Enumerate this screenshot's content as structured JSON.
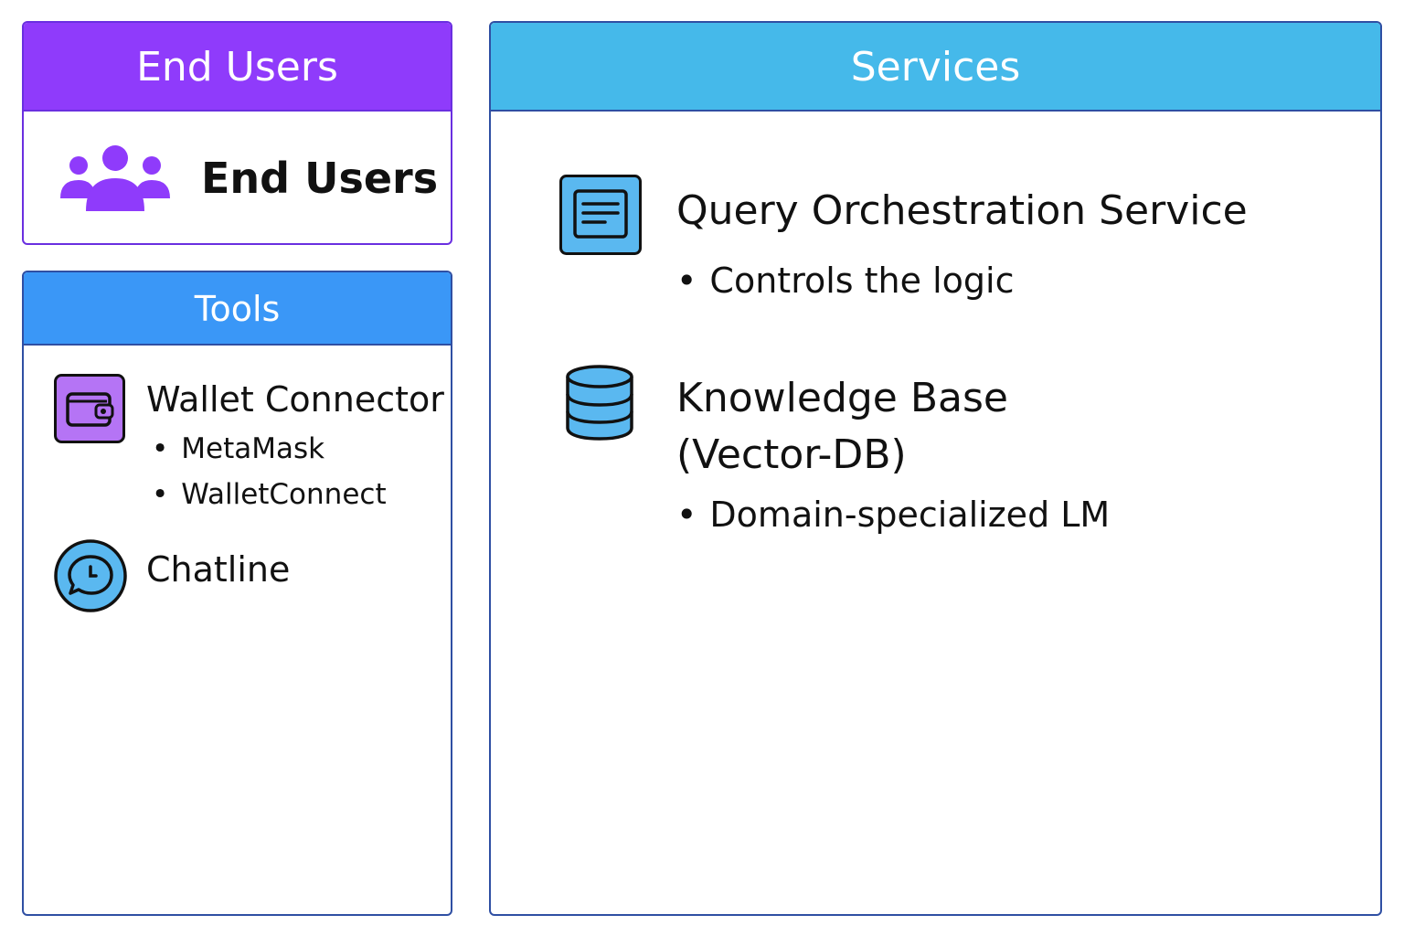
{
  "end_users": {
    "header": "End Users",
    "label": "End Users",
    "icon": "users-icon"
  },
  "tools": {
    "header": "Tools",
    "wallet": {
      "title": "Wallet Connector",
      "icon": "wallet-icon",
      "options": [
        "MetaMask",
        "WalletConnect"
      ]
    },
    "chat": {
      "title": "Chatline",
      "icon": "chat-icon"
    }
  },
  "services": {
    "header": "Services",
    "query": {
      "title": "Query Orchestration Service",
      "icon": "document-icon",
      "bullet": "Controls the logic"
    },
    "knowledge": {
      "title_lines": [
        "Knowledge Base",
        "(Vector-DB)"
      ],
      "icon": "database-icon",
      "bullet": "Domain-specialized LM"
    }
  },
  "colors": {
    "purple": "#8f3bfb",
    "blue": "#3a97f7",
    "sky": "#45b9ea",
    "icon_blue": "#5ab8f0",
    "icon_purple": "#b574f5"
  }
}
